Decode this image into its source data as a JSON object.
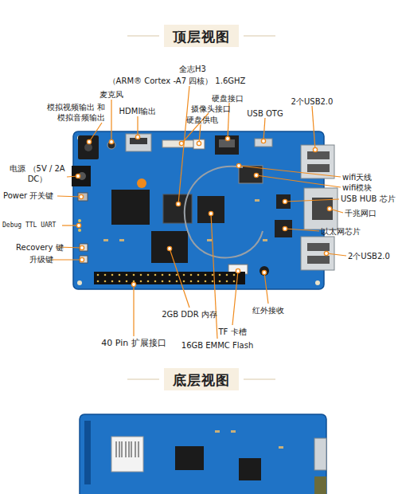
{
  "diagram": {
    "title": "顶层视图",
    "labels": [
      "全志H3",
      "（ARM® Cortex -A7 四核） 1.6GHZ",
      "麦克风",
      "模拟视频输出 和模拟音频输出",
      "HDMI输出",
      "摄像头接口",
      "硬盘接口",
      "硬盘供电",
      "USB OTG",
      "2个USB2.0",
      "电源 （5V / 2A DC）",
      "Power 开关键",
      "Debug TTL UART",
      "Recovery 键",
      "升级键",
      "wifi天线",
      "wifi模块",
      "USB HUB 芯片",
      "千兆网口",
      "以太网芯片",
      "2个USB2.0",
      "2GB DDR 内存",
      "红外接收",
      "TF 卡槽",
      "40 Pin 扩展接口",
      "16GB EMMC Flash",
      "底层视图"
    ]
  }
}
